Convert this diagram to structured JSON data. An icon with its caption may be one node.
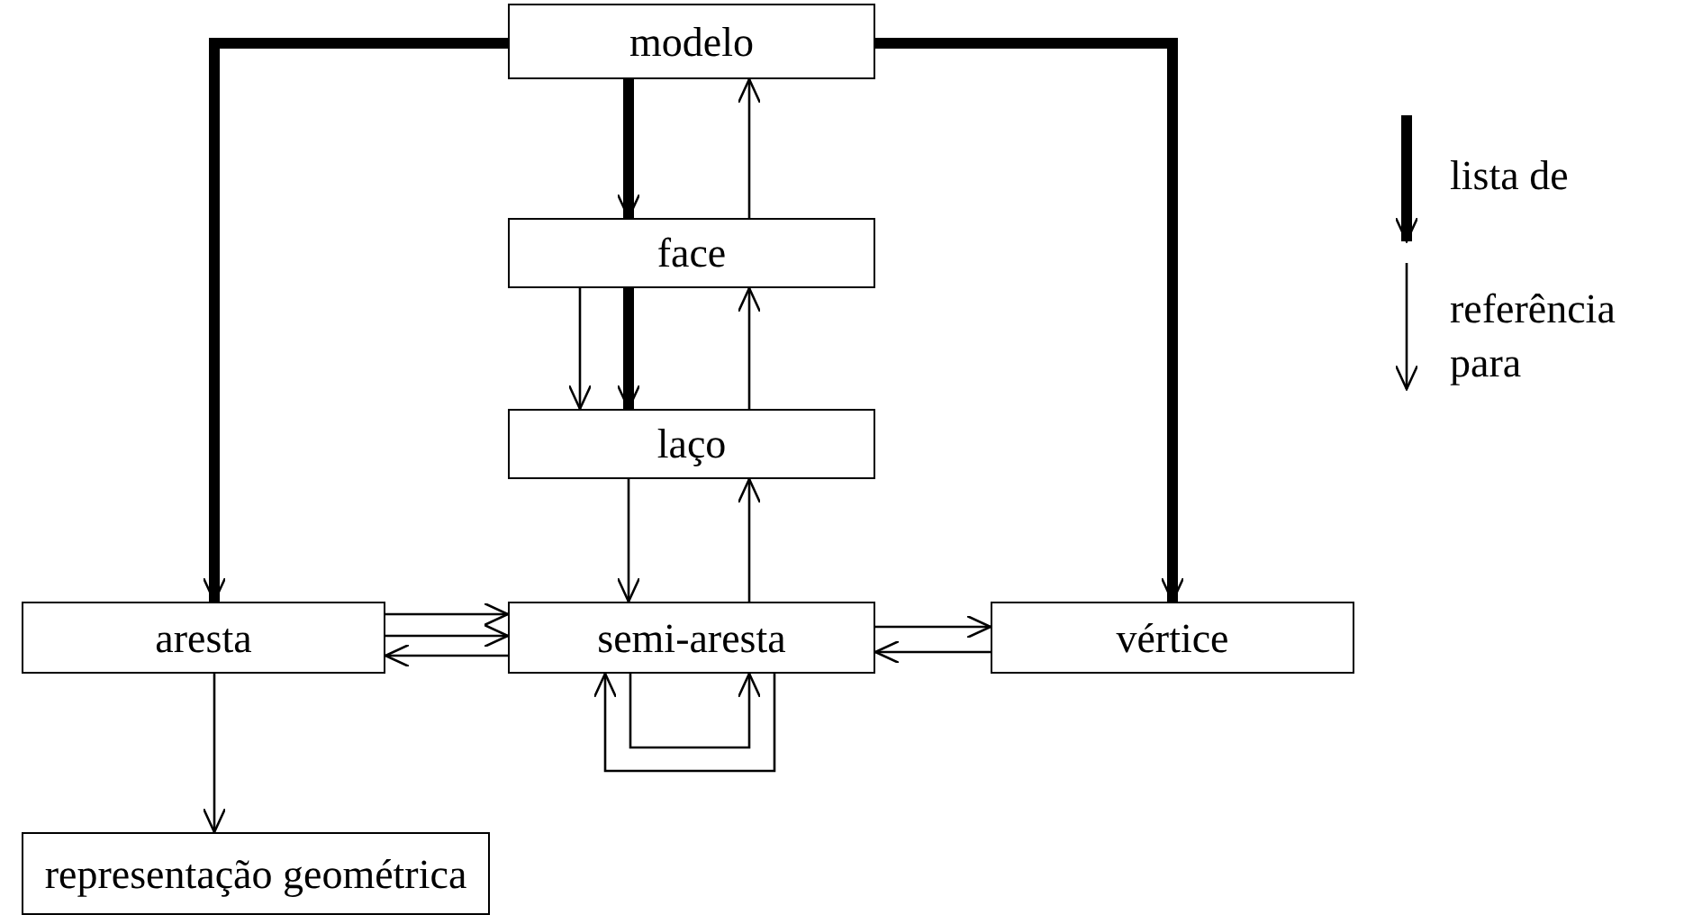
{
  "diagram": {
    "nodes": [
      {
        "text": [
          "modelo"
        ]
      },
      {
        "text": [
          "face"
        ]
      },
      {
        "text": [
          "laço"
        ]
      },
      {
        "text": [
          "aresta"
        ]
      },
      {
        "text": [
          "semi-aresta"
        ]
      },
      {
        "text": [
          "vértice"
        ]
      },
      {
        "text": [
          "representação geométrica"
        ]
      }
    ],
    "edges": [
      {
        "from": 0,
        "to": 1,
        "arrow": "to",
        "style": "thick"
      },
      {
        "from": 1,
        "to": 0,
        "arrow": "to"
      },
      {
        "from": 1,
        "to": 2,
        "arrow": "to",
        "style": "thick"
      },
      {
        "from": 1,
        "to": 2,
        "arrow": "to"
      },
      {
        "from": 2,
        "to": 1,
        "arrow": "to"
      },
      {
        "from": 2,
        "to": 4,
        "arrow": "to"
      },
      {
        "from": 4,
        "to": 2,
        "arrow": "to"
      },
      {
        "from": 0,
        "to": 3,
        "arrow": "to",
        "style": "thick"
      },
      {
        "from": 0,
        "to": 5,
        "arrow": "to",
        "style": "thick"
      },
      {
        "from": 3,
        "to": 4,
        "arrow": "to"
      },
      {
        "from": 3,
        "to": 4,
        "arrow": "to"
      },
      {
        "from": 4,
        "to": 3,
        "arrow": "to"
      },
      {
        "from": 4,
        "to": 5,
        "arrow": "to"
      },
      {
        "from": 5,
        "to": 4,
        "arrow": "to"
      },
      {
        "from": 4,
        "to": 4,
        "arrow": "to"
      },
      {
        "from": 4,
        "to": 4,
        "arrow": "to"
      },
      {
        "from": 3,
        "to": 6,
        "arrow": "to"
      }
    ],
    "legend": [
      {
        "text": "lista de"
      },
      {
        "text": "referência para"
      }
    ]
  }
}
